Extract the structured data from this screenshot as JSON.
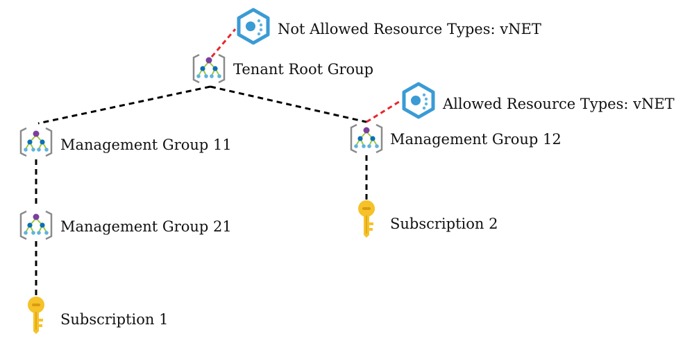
{
  "nodes": {
    "policy_not_allowed": {
      "label": "Not Allowed Resource Types: vNET",
      "icon": "policy-hexagon-icon"
    },
    "tenant_root": {
      "label": "Tenant Root Group",
      "icon": "management-group-icon"
    },
    "policy_allowed": {
      "label": "Allowed Resource Types: vNET",
      "icon": "policy-hexagon-icon"
    },
    "mg11": {
      "label": "Management Group 11",
      "icon": "management-group-icon"
    },
    "mg12": {
      "label": "Management Group 12",
      "icon": "management-group-icon"
    },
    "mg21": {
      "label": "Management Group 21",
      "icon": "management-group-icon"
    },
    "sub1": {
      "label": "Subscription 1",
      "icon": "subscription-key-icon"
    },
    "sub2": {
      "label": "Subscription 2",
      "icon": "subscription-key-icon"
    }
  },
  "edges": [
    {
      "from": "tenant_root",
      "to": "policy_not_allowed",
      "style": "policy-assignment",
      "color": "#e8262c"
    },
    {
      "from": "tenant_root",
      "to": "mg11",
      "style": "hierarchy",
      "color": "#000000"
    },
    {
      "from": "tenant_root",
      "to": "mg12",
      "style": "hierarchy",
      "color": "#000000"
    },
    {
      "from": "mg12",
      "to": "policy_allowed",
      "style": "policy-assignment",
      "color": "#e8262c"
    },
    {
      "from": "mg11",
      "to": "mg21",
      "style": "hierarchy",
      "color": "#000000"
    },
    {
      "from": "mg21",
      "to": "sub1",
      "style": "hierarchy",
      "color": "#000000"
    },
    {
      "from": "mg12",
      "to": "sub2",
      "style": "hierarchy",
      "color": "#000000"
    }
  ],
  "colors": {
    "policy": "#3a9bd5",
    "policy_dark": "#1f7fbf",
    "mg_top_node": "#7b3f9e",
    "mg_mid_node": "#0c6fb7",
    "mg_leaf_node": "#5fb3e0",
    "mg_branch": "#9bcb3c",
    "key_gold": "#f6c229",
    "key_dark": "#d99a12"
  }
}
